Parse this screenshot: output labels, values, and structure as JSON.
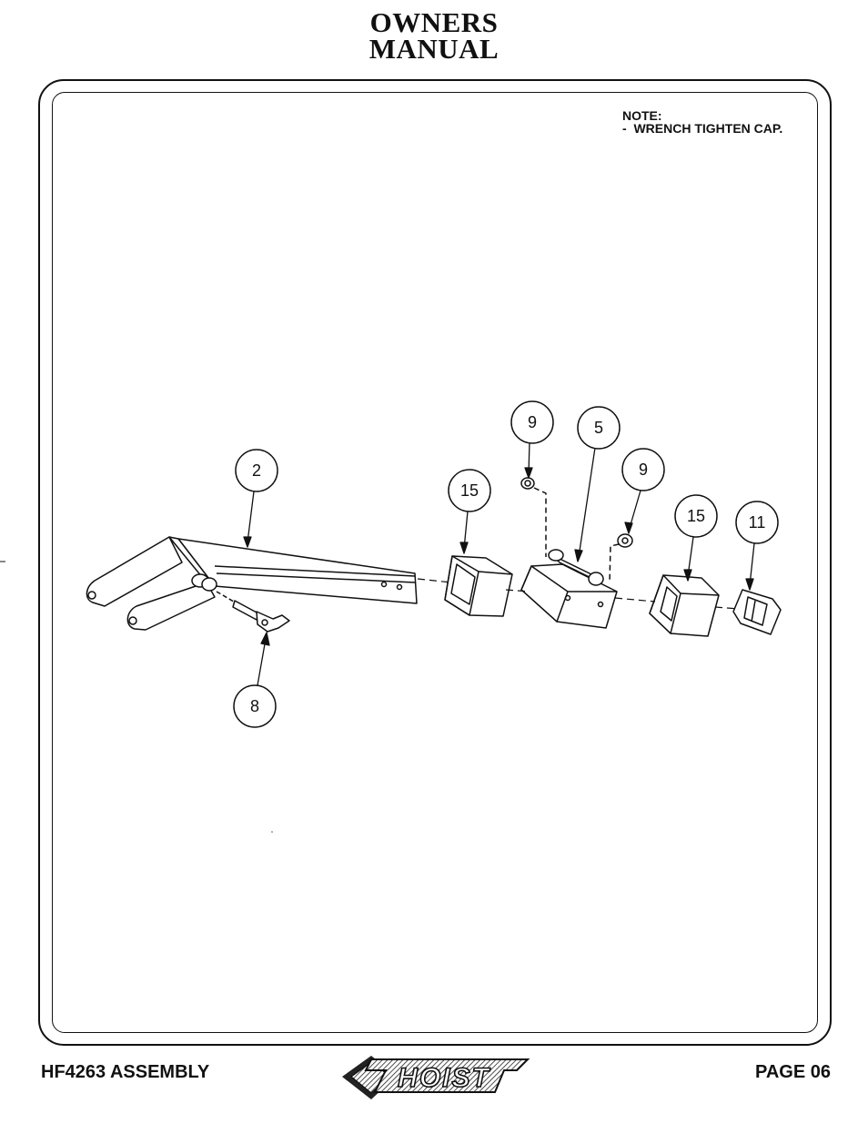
{
  "header": {
    "line1": "OWNERS",
    "line2": "MANUAL"
  },
  "note": {
    "line1": "NOTE:",
    "line2": "-  WRENCH TIGHTEN CAP."
  },
  "callouts": [
    "2",
    "8",
    "15",
    "9",
    "5",
    "9",
    "15",
    "11"
  ],
  "footer": {
    "left": "HF4263 ASSEMBLY",
    "right": "PAGE 06",
    "logo_text": "HOIST"
  }
}
